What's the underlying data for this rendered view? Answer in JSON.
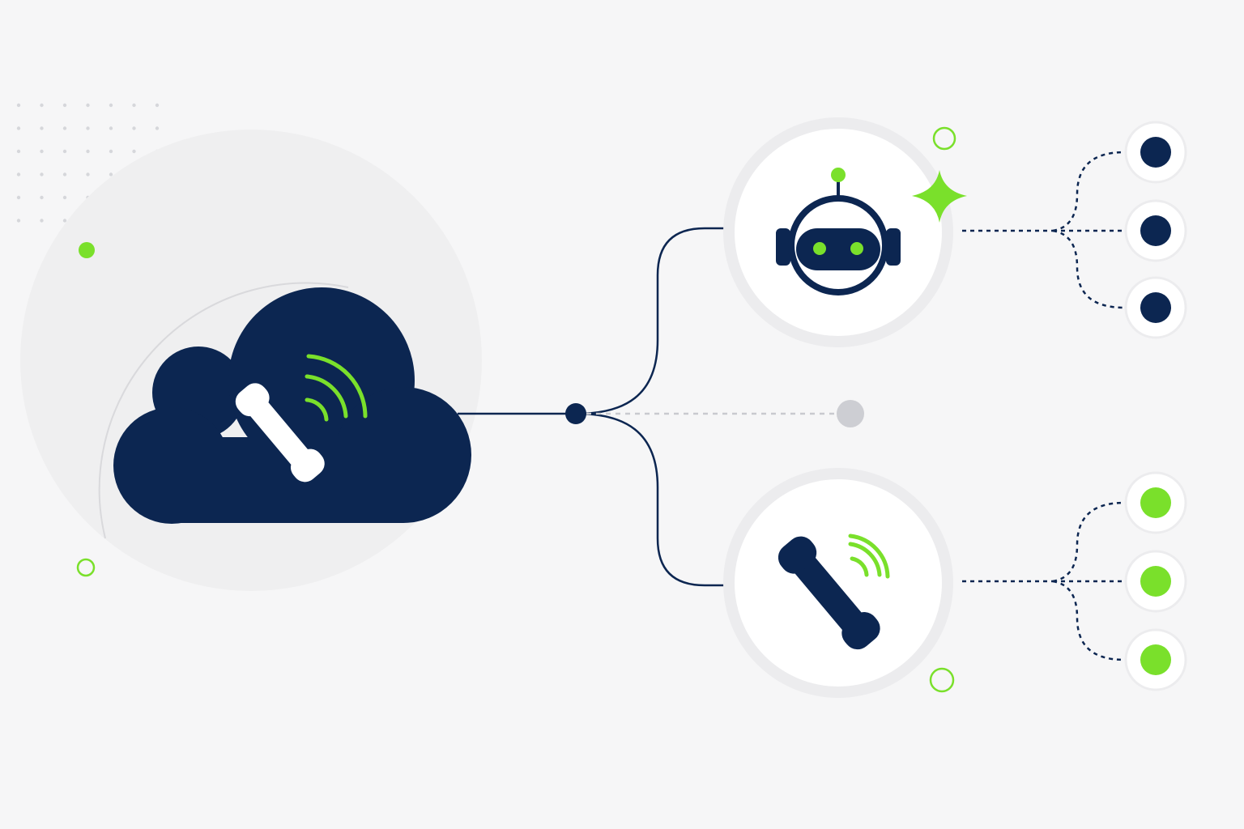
{
  "colors": {
    "background": "#f6f6f7",
    "navy": "#0c2651",
    "green": "#7ae02b",
    "white": "#ffffff",
    "ring": "#ececee",
    "halo": "#efeff0",
    "gray_dot": "#cdced3",
    "dot_grid": "#d6d7db",
    "thin_arc": "#d9d9dc",
    "dashed_gray": "#c9cacf"
  },
  "nodes": {
    "source": {
      "icon": "cloud-phone-icon",
      "signal_icon": "signal-waves-icon"
    },
    "junction": {
      "icon": "junction-dot"
    },
    "idle_branch": {
      "icon": "inactive-dot"
    },
    "bot_branch": {
      "icon": "robot-icon",
      "accent_icon": "sparkle-icon"
    },
    "agent_branch": {
      "icon": "phone-icon",
      "signal_icon": "signal-waves-icon"
    },
    "bot_outputs": [
      {
        "icon": "navy-endpoint-dot"
      },
      {
        "icon": "navy-endpoint-dot"
      },
      {
        "icon": "navy-endpoint-dot"
      }
    ],
    "agent_outputs": [
      {
        "icon": "green-endpoint-dot"
      },
      {
        "icon": "green-endpoint-dot"
      },
      {
        "icon": "green-endpoint-dot"
      }
    ]
  }
}
